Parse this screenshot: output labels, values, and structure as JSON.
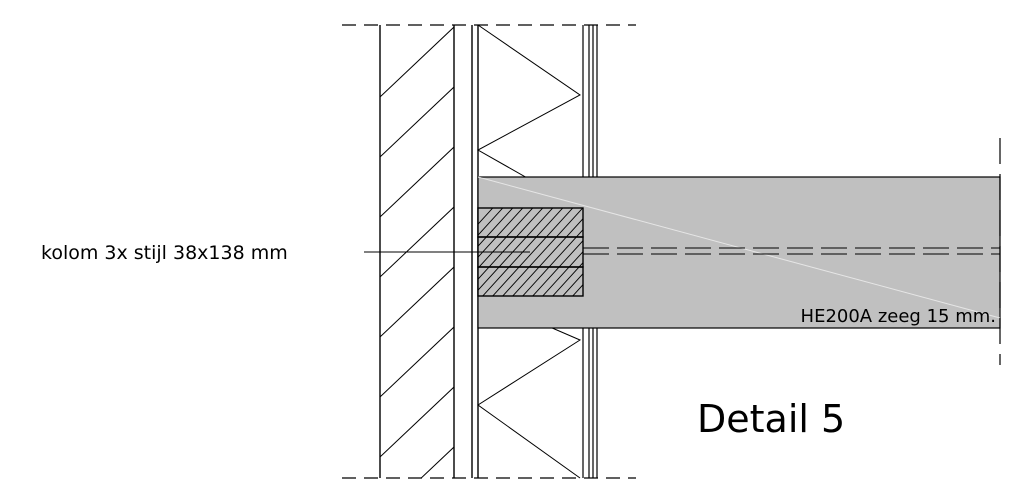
{
  "labels": {
    "column_label": "kolom 3x stijl 38x138 mm",
    "beam_label": "HE200A zeeg 15 mm.",
    "detail_title": "Detail 5"
  },
  "colors": {
    "line": "#000000",
    "beam_fill": "#c0c0c0",
    "background": "#ffffff"
  }
}
